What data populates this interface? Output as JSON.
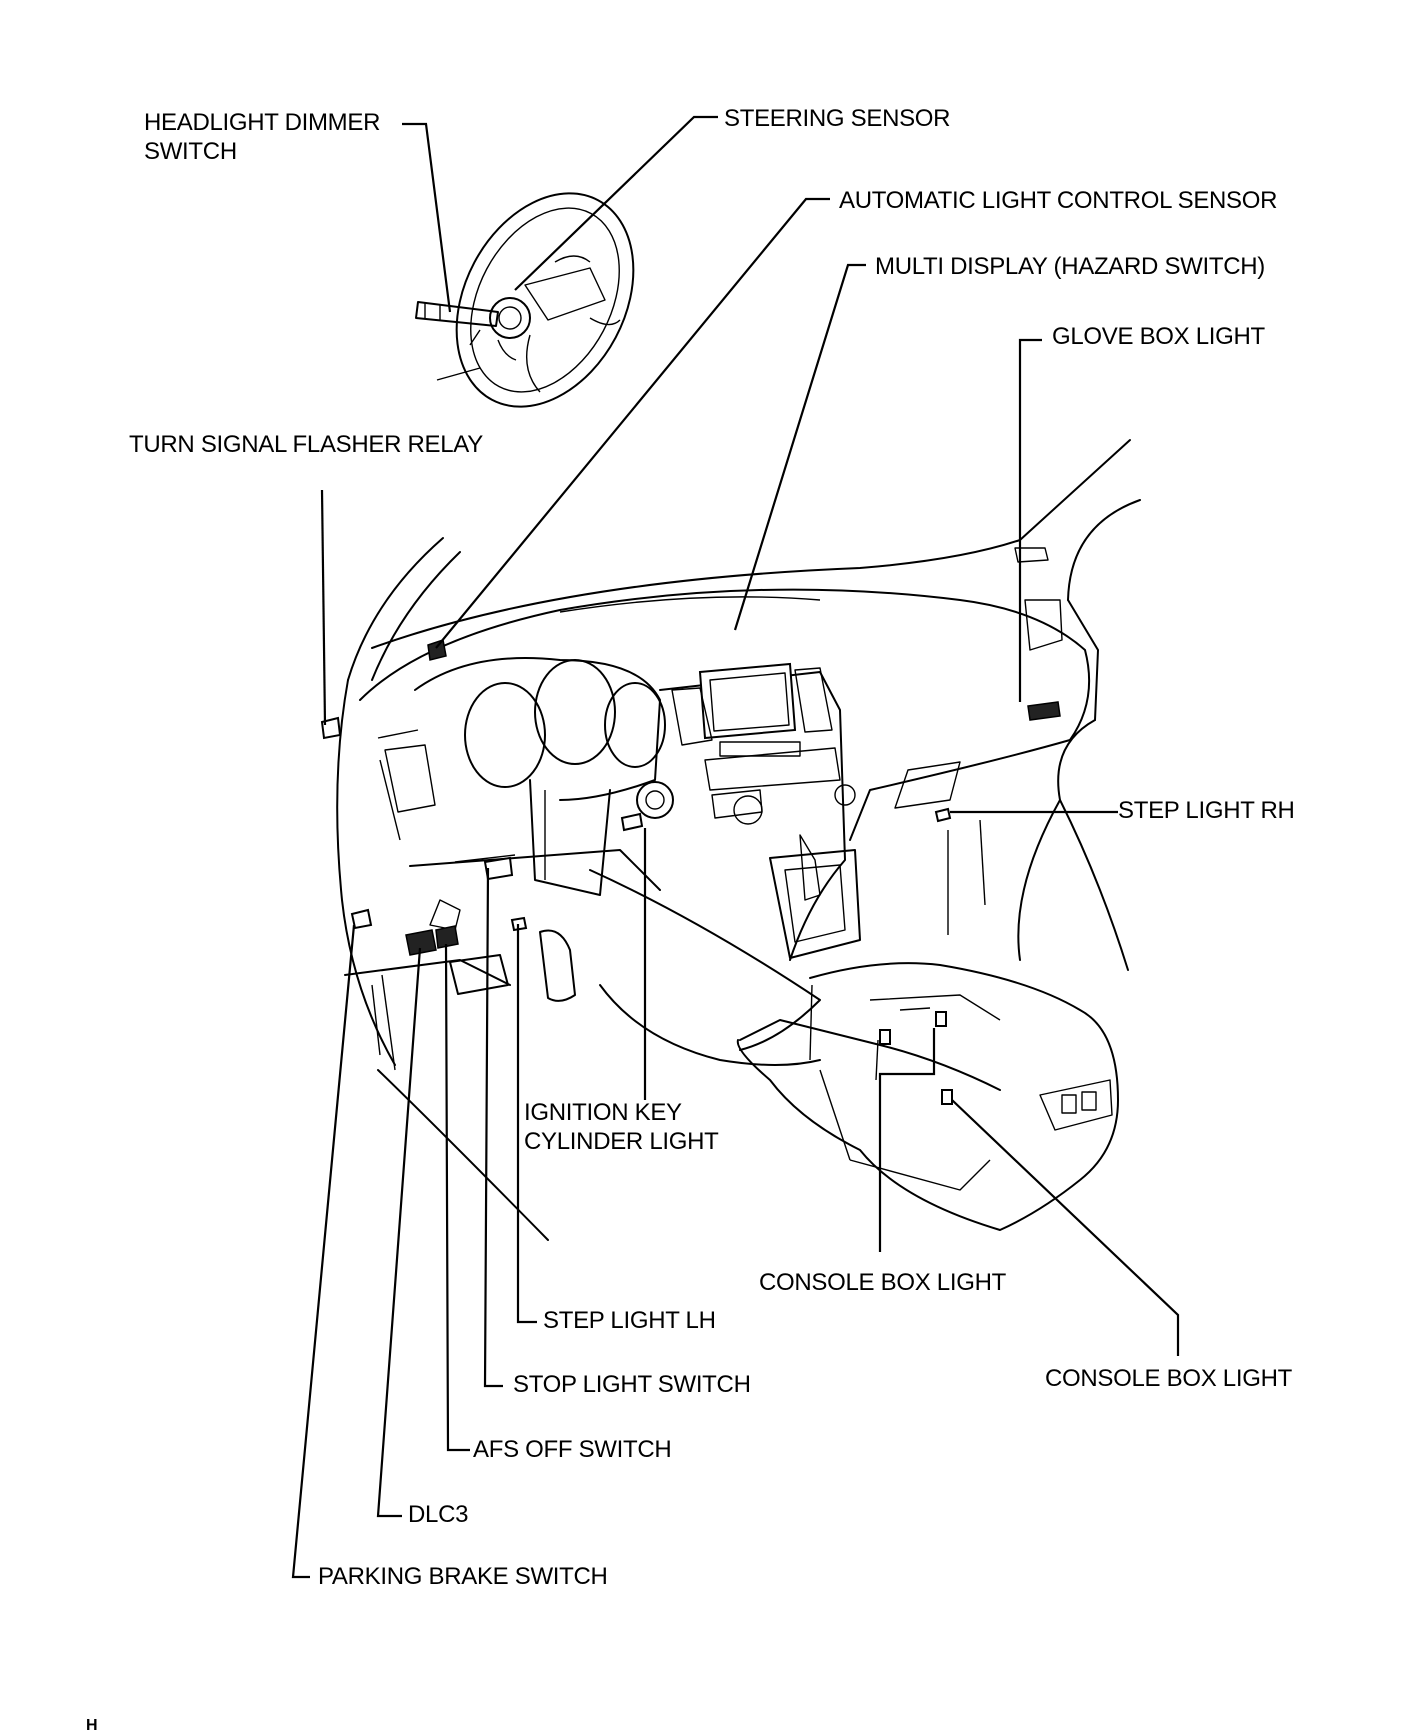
{
  "labels": {
    "headlight_dimmer_switch": [
      "HEADLIGHT DIMMER",
      "SWITCH"
    ],
    "steering_sensor": "STEERING SENSOR",
    "automatic_light_control_sensor": "AUTOMATIC LIGHT CONTROL SENSOR",
    "multi_display": "MULTI DISPLAY (HAZARD SWITCH)",
    "glove_box_light": "GLOVE BOX LIGHT",
    "turn_signal_flasher_relay": "TURN SIGNAL FLASHER RELAY",
    "step_light_rh": "STEP LIGHT RH",
    "ignition_key_cylinder_light": [
      "IGNITION KEY",
      "CYLINDER LIGHT"
    ],
    "console_box_light_1": "CONSOLE BOX LIGHT",
    "console_box_light_2": "CONSOLE BOX LIGHT",
    "step_light_lh": "STEP LIGHT LH",
    "stop_light_switch": "STOP LIGHT SWITCH",
    "afs_off_switch": "AFS OFF SWITCH",
    "dlc3": "DLC3",
    "parking_brake_switch": "PARKING BRAKE SWITCH"
  },
  "page_marker": "H"
}
